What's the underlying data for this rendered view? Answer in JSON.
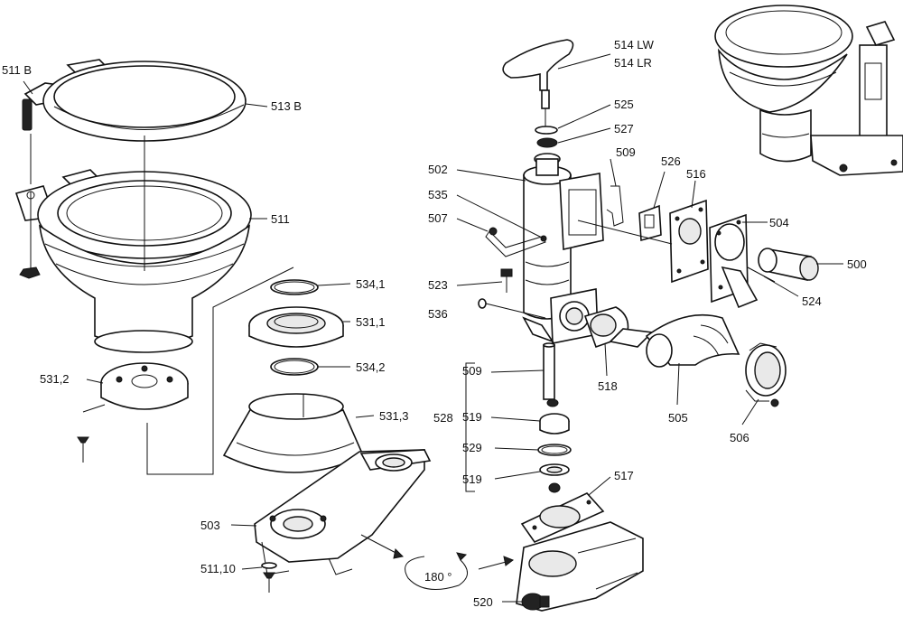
{
  "labels": {
    "l511b": "511 B",
    "l513b": "513 B",
    "l511": "511",
    "l5341": "534,1",
    "l5311": "531,1",
    "l5342": "534,2",
    "l5312": "531,2",
    "l5313": "531,3",
    "l503": "503",
    "l51110": "511,10",
    "l180": "180 °",
    "l514lw": "514 LW",
    "l514lr": "514 LR",
    "l525": "525",
    "l527": "527",
    "l509a": "509",
    "l502": "502",
    "l526": "526",
    "l516": "516",
    "l535": "535",
    "l507": "507",
    "l504": "504",
    "l500": "500",
    "l523": "523",
    "l524": "524",
    "l536": "536",
    "l509b": "509",
    "l518": "518",
    "l505": "505",
    "l506": "506",
    "l528": "528",
    "l519a": "519",
    "l529": "529",
    "l519b": "519",
    "l517": "517",
    "l520": "520"
  }
}
